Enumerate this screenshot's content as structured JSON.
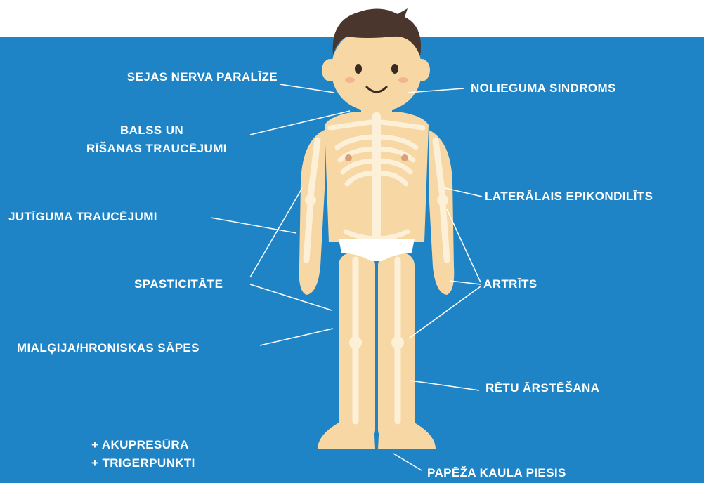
{
  "labels": {
    "facial_nerve": "SEJAS NERVA PARALĪZE",
    "voice_swallow_1": "BALSS UN",
    "voice_swallow_2": "RĪŠANAS TRAUCĒJUMI",
    "sensitivity": "JUTĪGUMA TRAUCĒJUMI",
    "spasticity": "SPASTICITĀTE",
    "myalgia": "MIALĢIJA/HRONISKAS SĀPES",
    "burnout": "NOLIEGUMA SINDROMS",
    "epicondylitis": "LATERĀLAIS EPIKONDILĪTS",
    "arthritis": "ARTRĪTS",
    "scar_treatment": "RĒTU ĀRSTĒŠANA",
    "heel_spur": "PAPĒŽA KAULA PIESIS"
  },
  "extras": [
    "+ AKUPRESŪRA",
    "+ TRIGERPUNKTI"
  ],
  "colors": {
    "background": "#1f84c6",
    "skin": "#f7d7a3",
    "bone": "#fdf0d8",
    "hair": "#4a362c",
    "briefs": "#ffffff",
    "text": "#ffffff"
  }
}
